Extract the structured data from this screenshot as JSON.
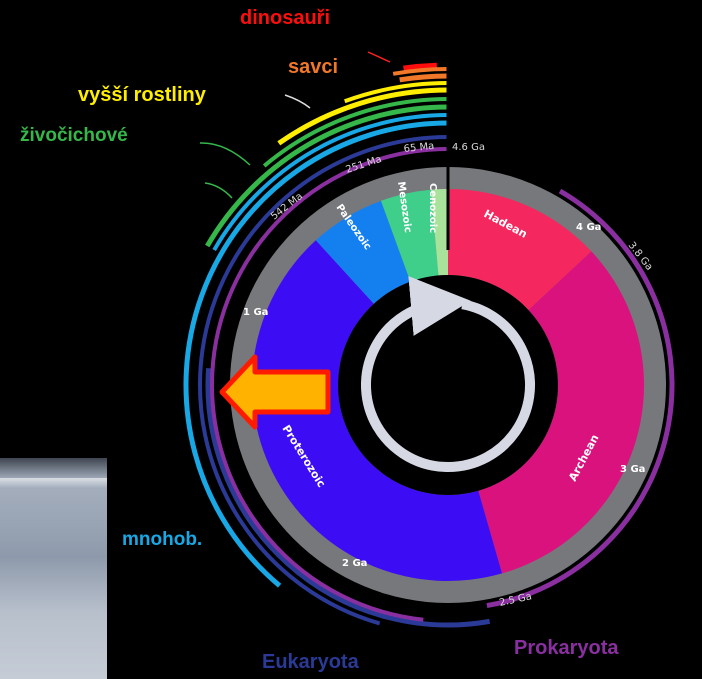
{
  "labels": {
    "dinosauri": "dinosauři",
    "savci": "savci",
    "vyssi_rostliny": "vyšší rostliny",
    "zivocichove": "živočichové",
    "mnohob": "mnohob.",
    "eukaryota": "Eukaryota",
    "prokaryota": "Prokaryota"
  },
  "eras": {
    "hadean": "Hadean",
    "archean": "Archean",
    "proterozoic": "Proterozoic",
    "paleozoic": "Paleozoic",
    "mesozoic": "Mesozoic",
    "cenozoic": "Cenozoic"
  },
  "ticks": {
    "t46": "4.6 Ga",
    "t65": "65 Ma",
    "t251": "251 Ma",
    "t542": "542 Ma",
    "t38": "3.8 Ga",
    "t25": "2.5 Ga",
    "t4": "4 Ga",
    "t3": "3 Ga",
    "t2": "2 Ga",
    "t1": "1 Ga"
  },
  "colors": {
    "hadean": "#f4275e",
    "archean": "#d9127e",
    "proterozoic": "#3c0cf5",
    "paleozoic": "#1480f0",
    "mesozoic": "#3fcf8a",
    "cenozoic": "#a9e29a",
    "dinosauri": "#ff0d0d",
    "savci": "#f07828",
    "vyssi_rostliny": "#ffee00",
    "zivocichove": "#35b74a",
    "mnohob": "#18a8e6",
    "eukaryota": "#2a3a96",
    "prokaryota": "#8a2fa0"
  }
}
